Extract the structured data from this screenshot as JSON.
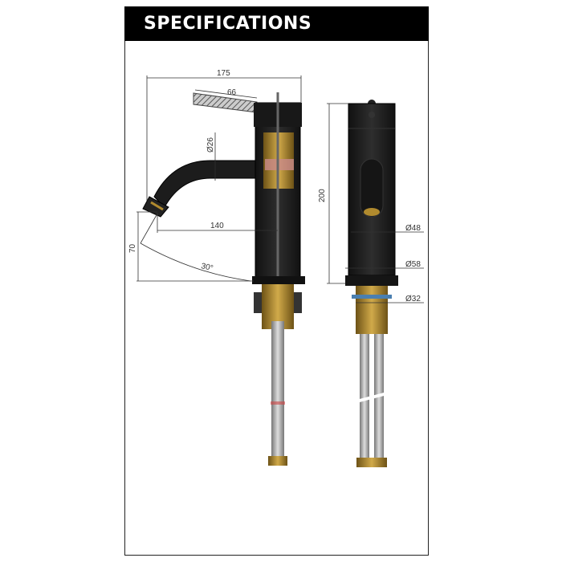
{
  "header": {
    "title": "SPECIFICATIONS"
  },
  "dimensions": {
    "overall_reach": "175",
    "handle_length": "66",
    "spout_diameter": "Ø26",
    "spout_reach": "140",
    "spout_height": "70",
    "spout_angle": "30°",
    "body_height": "200",
    "body_diameter": "Ø48",
    "base_diameter": "Ø58",
    "thread_diameter": "Ø32"
  },
  "colors": {
    "header_bg": "#000000",
    "body": "#1c1c1c",
    "brass": "#b08a2e",
    "dimension_line": "#333333"
  }
}
